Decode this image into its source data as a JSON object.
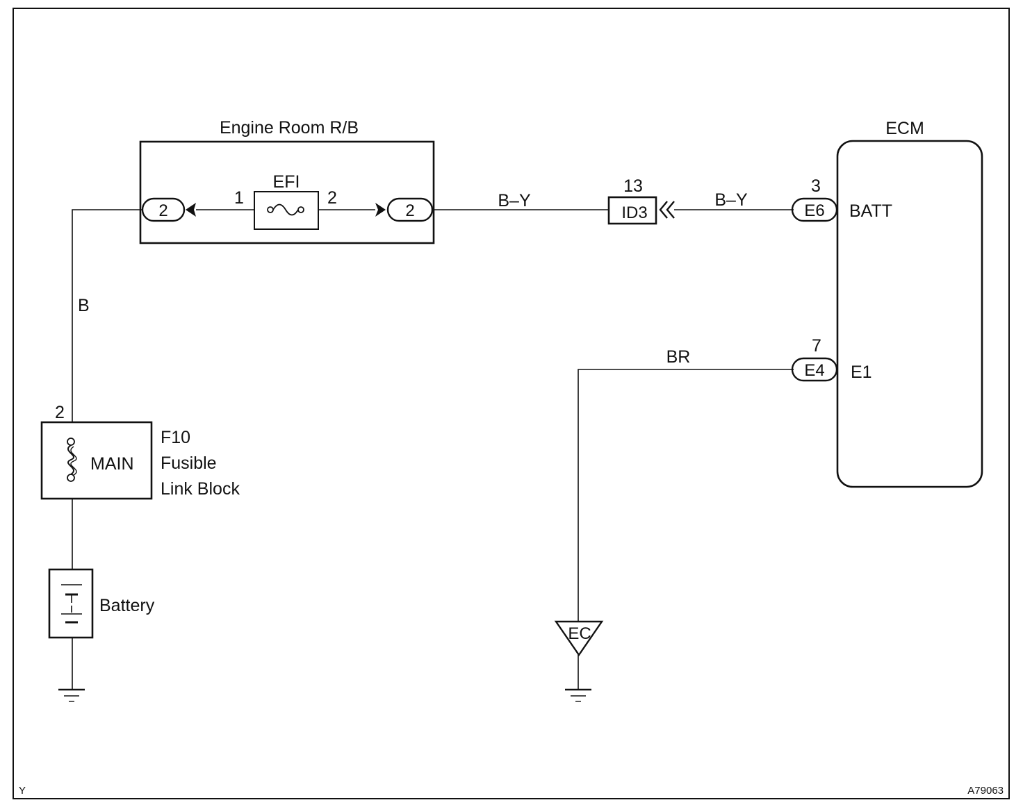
{
  "engine_room": {
    "title": "Engine Room R/B",
    "fuse_name": "EFI",
    "fuse_pin_in": "1",
    "fuse_pin_out": "2",
    "conn_left": "2",
    "conn_right": "2"
  },
  "wires": {
    "b": "B",
    "b_y_1": "B–Y",
    "b_y_2": "B–Y",
    "br": "BR"
  },
  "junction": {
    "label": "ID3",
    "pin": "13"
  },
  "ecm": {
    "title": "ECM",
    "batt_pin": "3",
    "batt_conn": "E6",
    "batt_terminal": "BATT",
    "e1_pin": "7",
    "e1_conn": "E4",
    "e1_terminal": "E1"
  },
  "fusible_link": {
    "pin": "2",
    "name": "MAIN",
    "id": "F10",
    "line1": "Fusible",
    "line2": "Link Block"
  },
  "battery": {
    "label": "Battery"
  },
  "ground": {
    "label": "EC"
  },
  "corner": {
    "left": "Y",
    "right": "A79063"
  }
}
